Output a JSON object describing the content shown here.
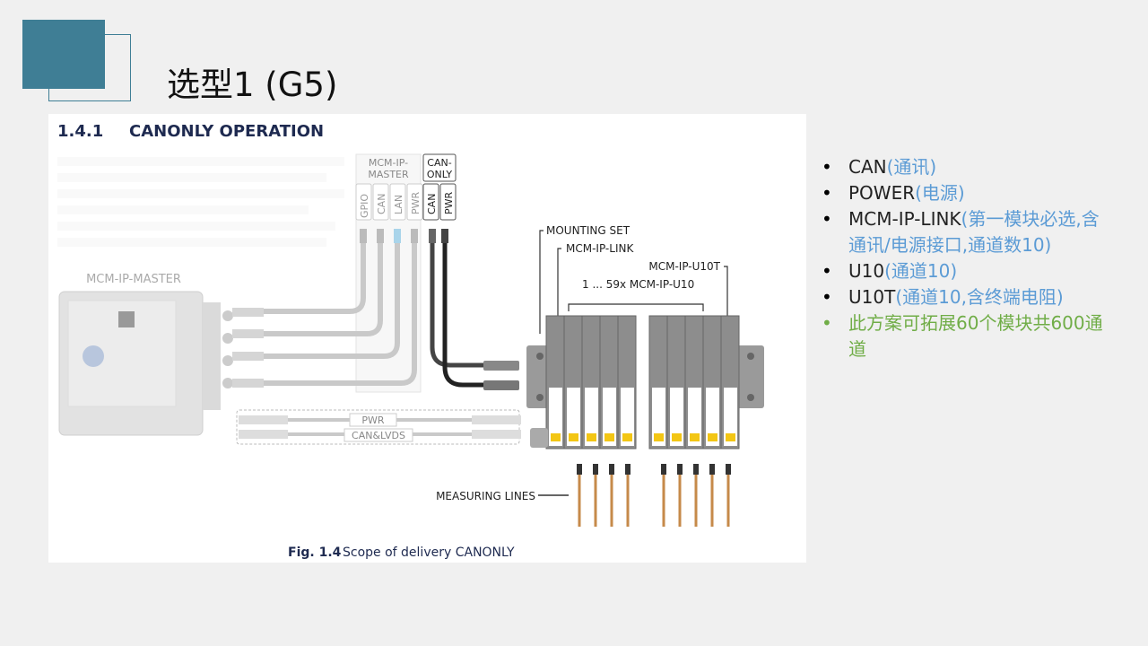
{
  "slide": {
    "title": "选型1 (G5)"
  },
  "figure": {
    "heading_number": "1.4.1",
    "heading_text": "CANONLY OPERATION",
    "labels": {
      "master_col": "MCM-IP-\nMASTER",
      "canonly_col": "CAN-\nONLY",
      "gpio": "GPIO",
      "can": "CAN",
      "lan": "LAN",
      "pwr": "PWR",
      "can2": "CAN",
      "pwr2": "PWR",
      "mcm_ip_master": "MCM-IP-MASTER",
      "mounting_set": "MOUNTING SET",
      "mcm_ip_link": "MCM-IP-LINK",
      "mcm_ip_u10t": "MCM-IP-U10T",
      "range": "1 ... 59x MCM-IP-U10",
      "pwr_bus": "PWR",
      "can_lvds": "CAN&LVDS",
      "measuring_lines": "MEASURING LINES"
    },
    "caption_bold": "Fig. 1.4",
    "caption_text": "Scope of delivery CANONLY"
  },
  "bullets": [
    {
      "term": "CAN",
      "note": "(通讯)",
      "style": "normal"
    },
    {
      "term": "POWER",
      "note": "(电源)",
      "style": "normal"
    },
    {
      "term": "MCM-IP-LINK",
      "note": "(第一模块必选,含通讯/电源接口,通道数10)",
      "style": "normal"
    },
    {
      "term": "U10",
      "note": "(通道10)",
      "style": "normal"
    },
    {
      "term": "U10T",
      "note": "(通道10,含终端电阻)",
      "style": "normal"
    },
    {
      "term": "此方案可拓展60个模块共600通道",
      "note": "",
      "style": "green"
    }
  ],
  "colors": {
    "accent": "#3f7e95",
    "note_blue": "#5b9bd5",
    "highlight_green": "#70ad47"
  }
}
